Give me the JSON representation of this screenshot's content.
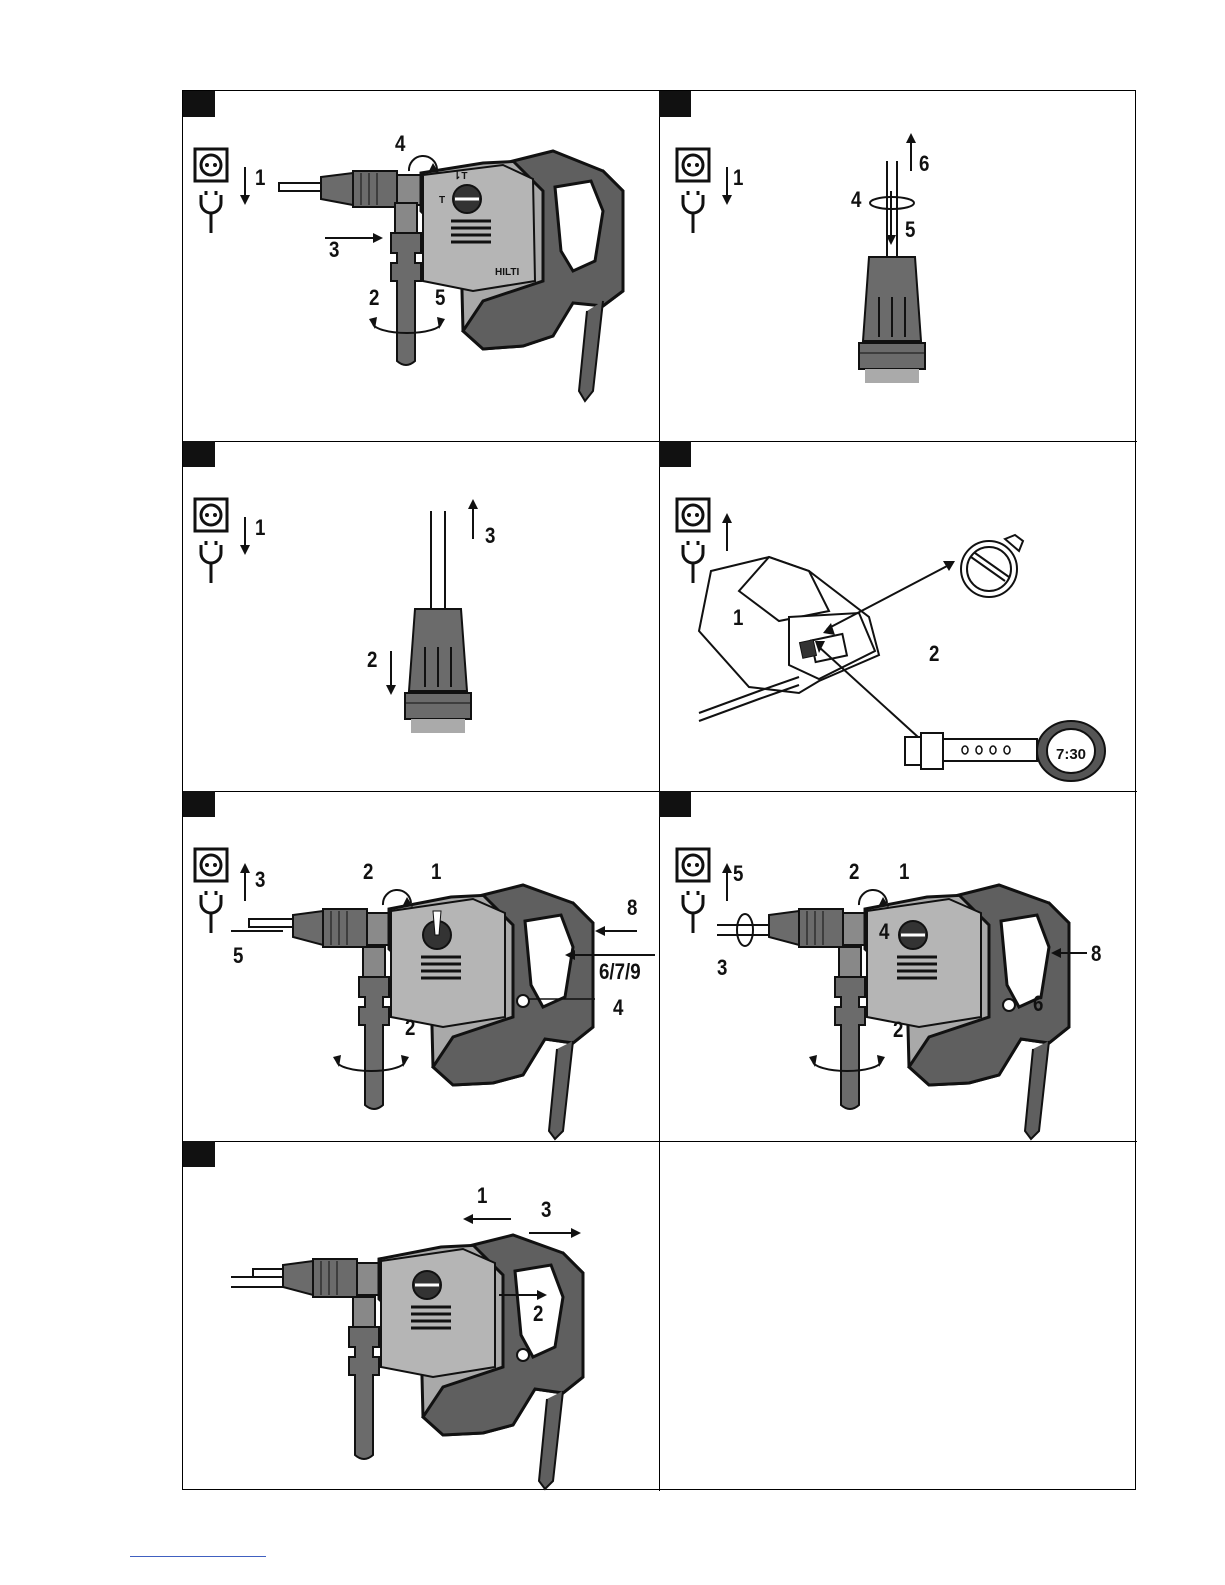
{
  "panels": [
    {
      "id": "p1",
      "labels": [
        "1",
        "2",
        "3",
        "4",
        "5"
      ]
    },
    {
      "id": "p2",
      "labels": [
        "1",
        "4",
        "5",
        "6"
      ]
    },
    {
      "id": "p3",
      "labels": [
        "1",
        "2",
        "3"
      ]
    },
    {
      "id": "p4",
      "labels": [
        "1",
        "2"
      ],
      "watch_time": "7:30"
    },
    {
      "id": "p5",
      "labels": [
        "1",
        "2",
        "2",
        "3",
        "4",
        "5",
        "6/7/9",
        "8"
      ]
    },
    {
      "id": "p6",
      "labels": [
        "1",
        "2",
        "2",
        "3",
        "4",
        "5",
        "6",
        "8"
      ]
    },
    {
      "id": "p7",
      "labels": [
        "1",
        "2",
        "3"
      ]
    }
  ],
  "tool_markings": {
    "brand": "HILTI",
    "mode_top": "⇂T",
    "mode_left": "T"
  }
}
